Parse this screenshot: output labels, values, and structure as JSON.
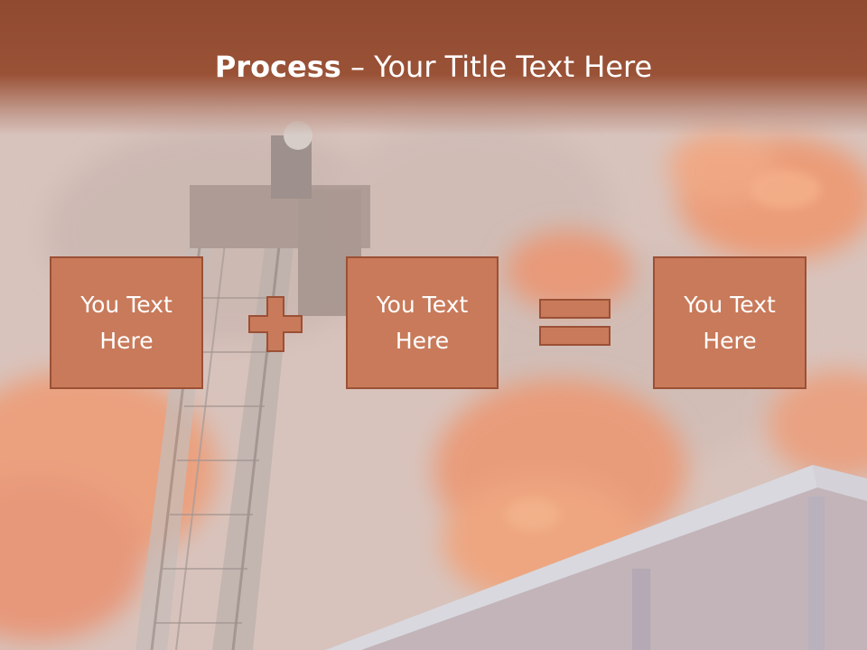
{
  "slide": {
    "title_bold": "Process",
    "title_rest": " – Your Title Text Here"
  },
  "boxes": [
    {
      "line1": "You Text",
      "line2": "Here"
    },
    {
      "line1": "You Text",
      "line2": "Here"
    },
    {
      "line1": "You Text",
      "line2": "Here"
    }
  ],
  "operators": [
    "plus-icon",
    "equals-icon"
  ],
  "colors": {
    "header": "#9a5237",
    "box_fill": "#c87a5a",
    "box_border": "#9b5036",
    "text": "#ffffff"
  }
}
